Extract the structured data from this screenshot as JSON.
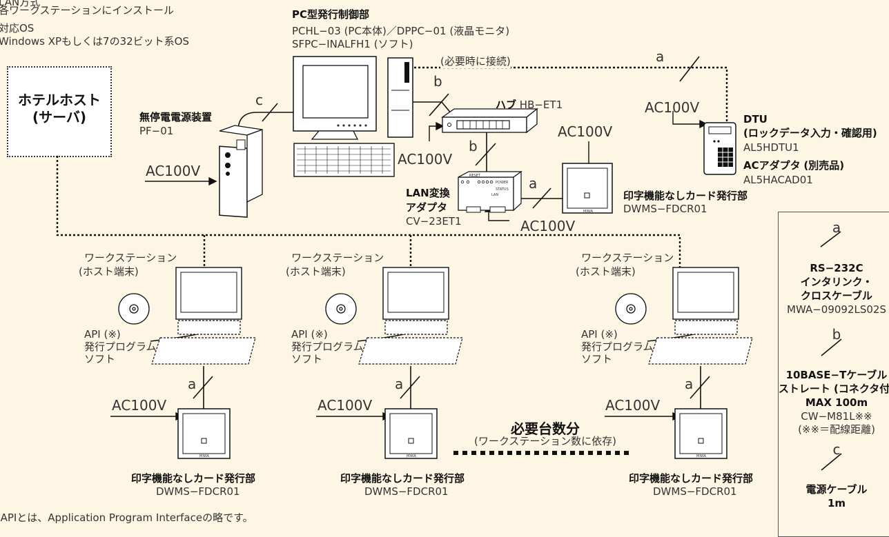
{
  "top_left_notes": {
    "line1": "LAN方式",
    "line2": "各ワークステーションにインストール",
    "line3": "対応OS",
    "line4": "Windows XPもしくは7の32ビット系OS"
  },
  "pc_unit": {
    "title": "PC型発行制御部",
    "model1": "PCHL−03 (PC本体)／DPPC−01 (液晶モニタ)",
    "model2": "SFPC−INALFH1 (ソフト)"
  },
  "hotel_host": {
    "line1": "ホテルホスト",
    "line2": "(サーバ)"
  },
  "ups": {
    "title": "無停電電源装置",
    "model": "PF−01"
  },
  "hub": {
    "title": "ハブ",
    "model": "HB−ET1"
  },
  "lan_adapter": {
    "title1": "LAN変換",
    "title2": "アダプタ",
    "model": "CV−23ET1"
  },
  "card_issuer_top": {
    "title": "印字機能なしカード発行部",
    "model": "DWMS−FDCR01"
  },
  "dtu": {
    "title": "DTU",
    "subtitle": "(ロックデータ入力・確認用)",
    "model": "AL5HDTU1",
    "adapter_title": "ACアダプタ",
    "adapter_note": "(別売品)",
    "adapter_model": "AL5HACAD01"
  },
  "when_needed": "(必要時に接続)",
  "power": "AC100V",
  "cable_letters": {
    "a": "a",
    "b": "b",
    "c": "c"
  },
  "workstation": {
    "line1": "ワークステーション",
    "line2": "(ホスト端末)"
  },
  "software": {
    "line1": "API (※)",
    "line2": "発行プログラム",
    "line3": "ソフト"
  },
  "card_issuer_ws": {
    "title": "印字機能なしカード発行部",
    "model": "DWMS−FDCR01"
  },
  "required_count": {
    "title": "必要台数分",
    "note": "(ワークステーション数に依存)"
  },
  "bottom_note": "※APIとは、Application Program Interfaceの略です。",
  "legend": {
    "a_title1": "RS−232C",
    "a_title2": "インタリンク・",
    "a_title3": "クロスケーブル",
    "a_model": "MWA−09092LS02S",
    "b_title": "10BASE−Tケーブル",
    "b_sub": "ストレート (コネクタ付)",
    "b_max": "MAX 100m",
    "b_model": "CW−M81L※※",
    "b_note": "(※※＝配線距離)",
    "c_title1": "電源ケーブル",
    "c_title2": "1m"
  },
  "device_small_text": {
    "reset": "RESET",
    "power": "POWER",
    "status": "STATUS",
    "lan": "LAN",
    "brand": "MIWA"
  }
}
